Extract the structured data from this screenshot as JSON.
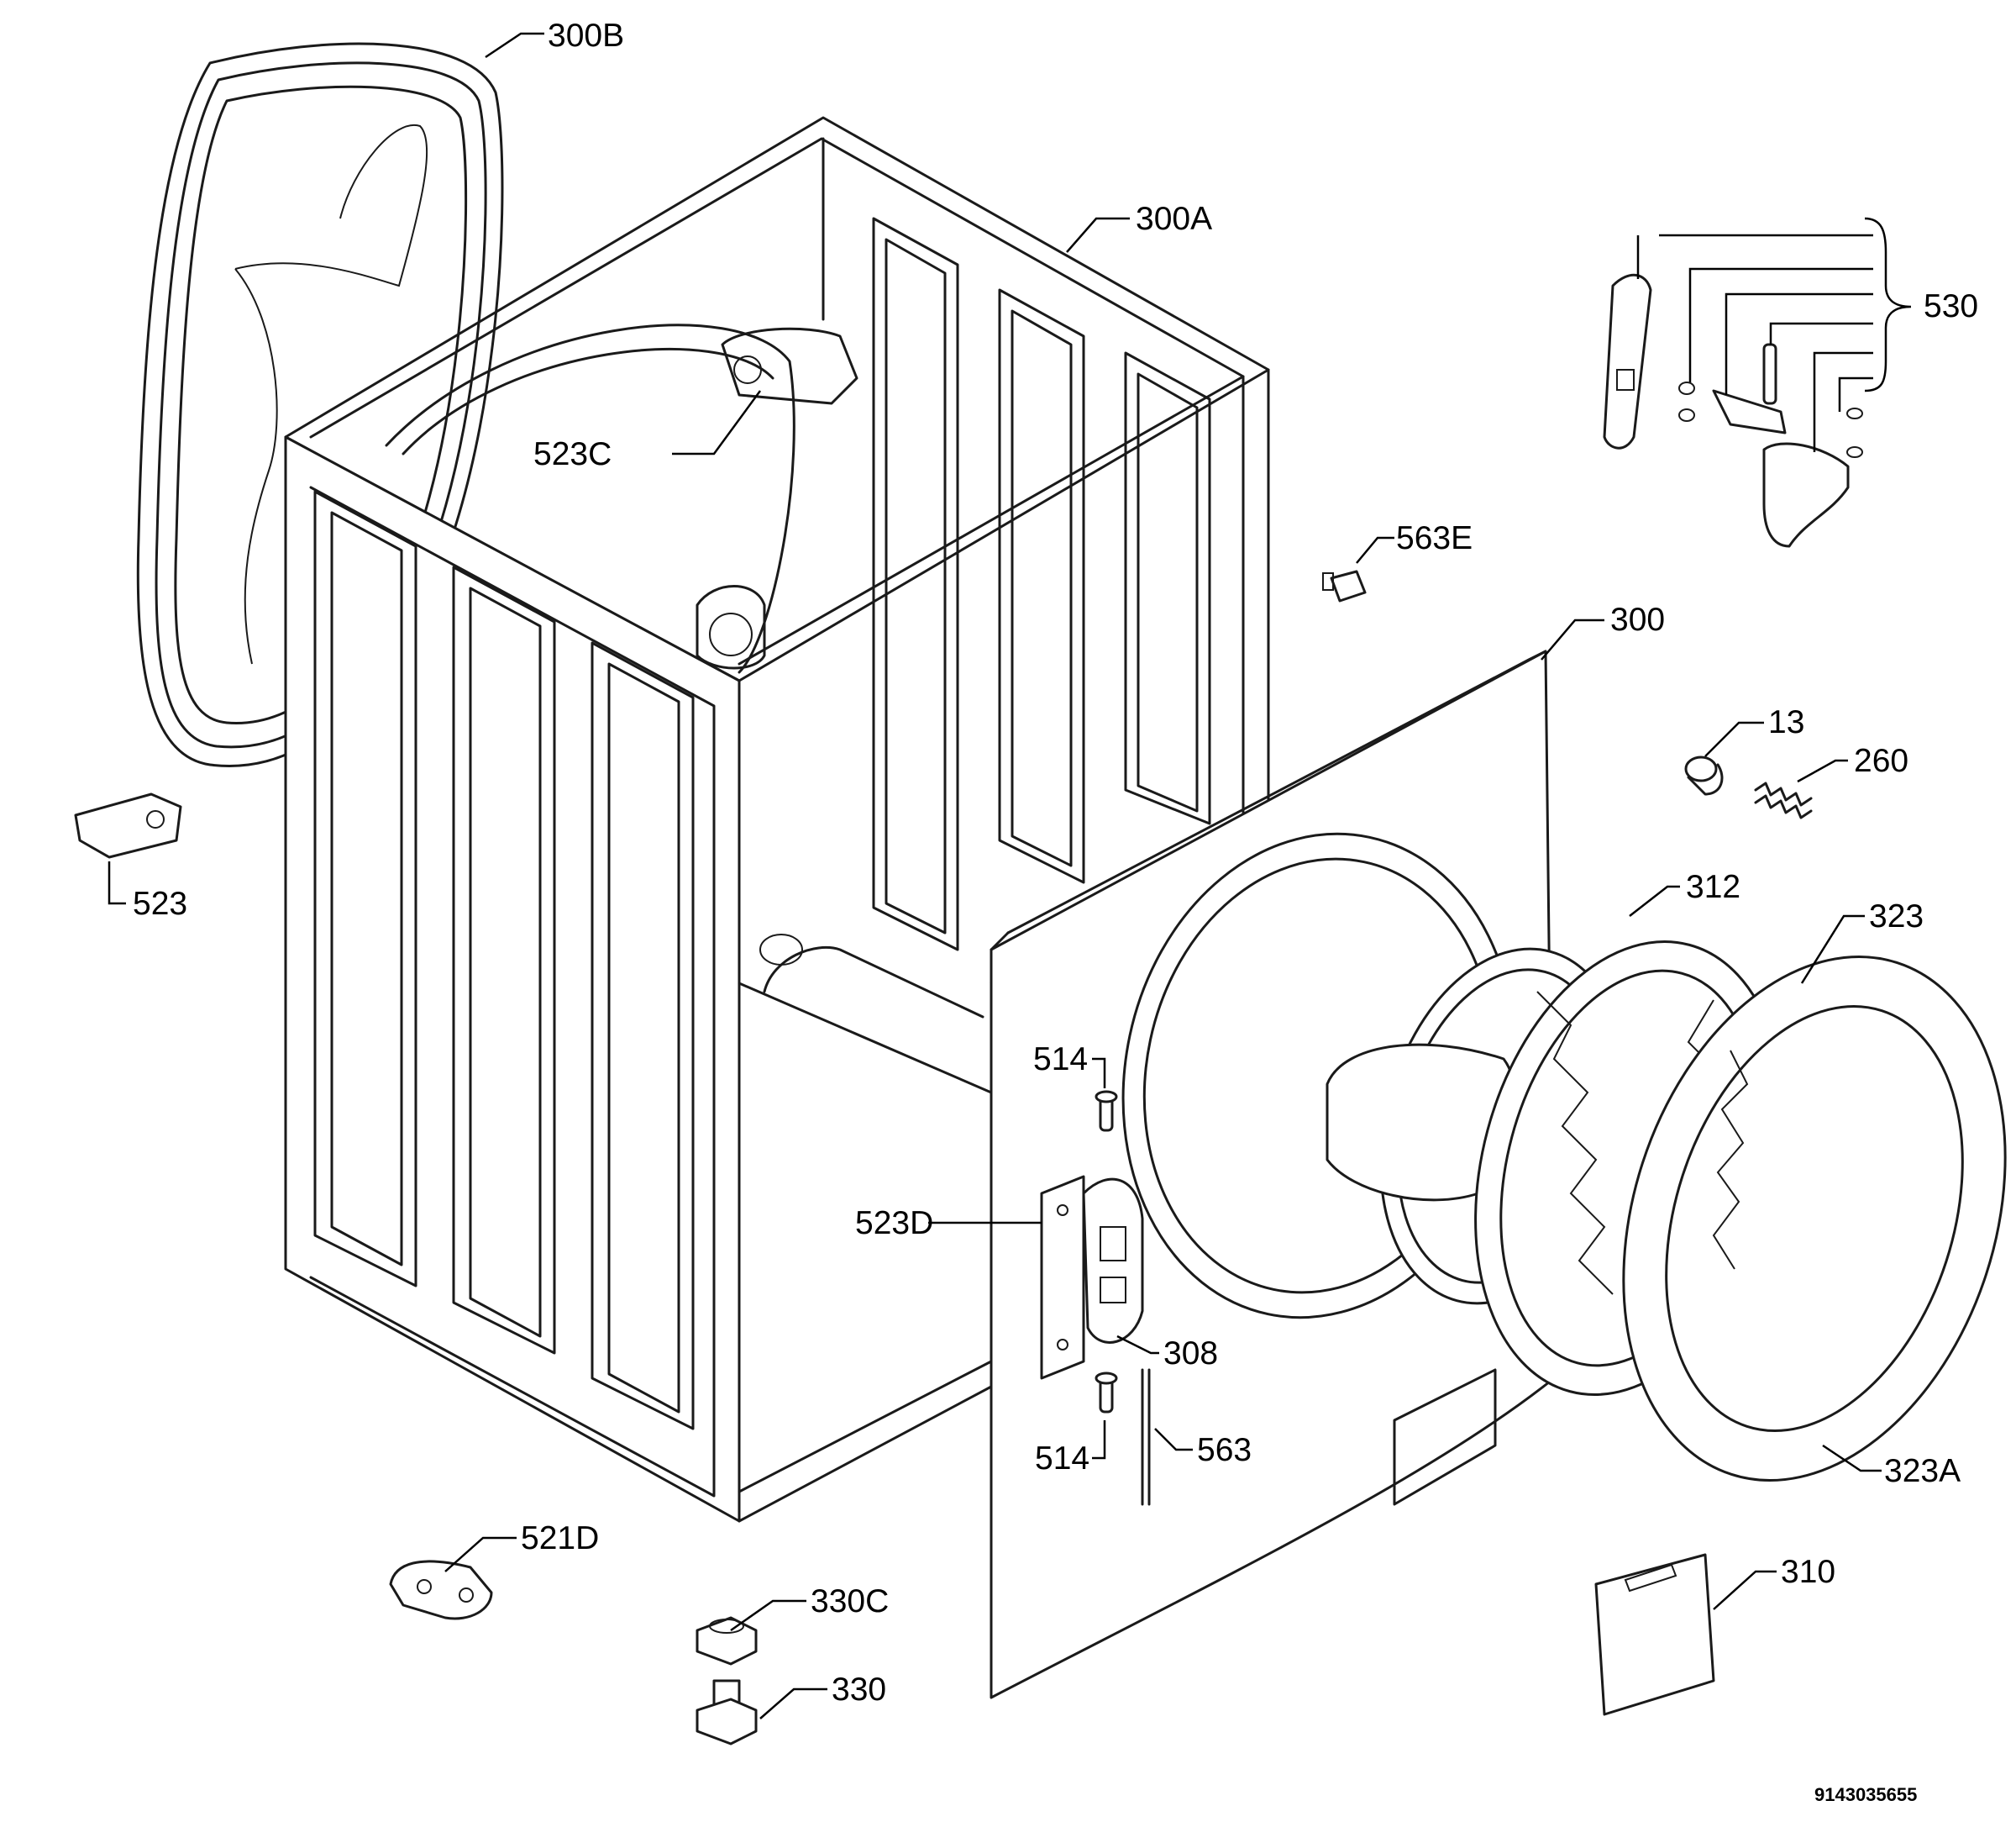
{
  "diagram": {
    "labels": {
      "p300B": "300B",
      "p300A": "300A",
      "p530": "530",
      "p523C": "523C",
      "p563E": "563E",
      "p300": "300",
      "p13": "13",
      "p260": "260",
      "p523": "523",
      "p312": "312",
      "p323": "323",
      "p514a": "514",
      "p523D": "523D",
      "p308": "308",
      "p514b": "514",
      "p563": "563",
      "p323A": "323A",
      "p521D": "521D",
      "p310": "310",
      "p330C": "330C",
      "p330": "330"
    },
    "document_number": "9143035655"
  }
}
